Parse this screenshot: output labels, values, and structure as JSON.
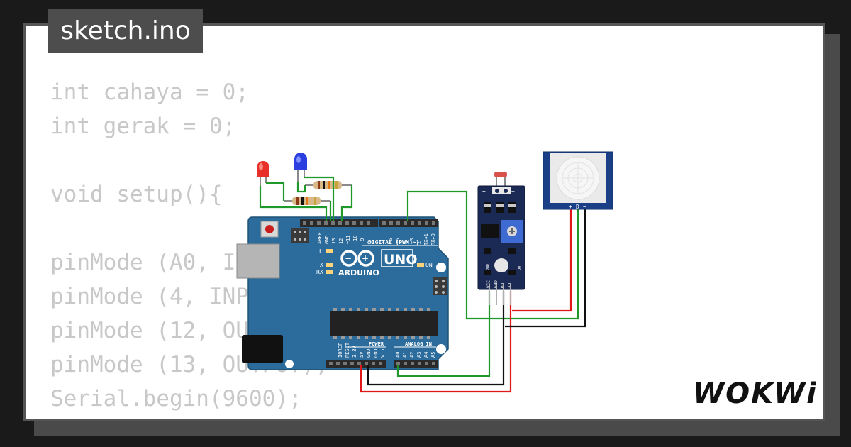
{
  "tab": {
    "filename": "sketch.ino"
  },
  "code_lines": [
    "int cahaya = 0;",
    "int gerak = 0;",
    "",
    "void setup(){",
    "",
    "pinMode (A0, INPUT);",
    "pinMode (4, INPUT);",
    "pinMode (12, OUTPUT);",
    "pinMode (13, OUTPUT);",
    "Serial.begin(9600);",
    "}"
  ],
  "board": {
    "uno_label": "UNO",
    "brand": "ARDUINO",
    "digital_label": "DIGITAL (PWM ~)",
    "power_label": "POWER",
    "analog_label": "ANALOG IN",
    "on_label": "ON",
    "led_l": "L",
    "led_tx": "TX",
    "led_rx": "RX",
    "top_pins": [
      "AREF",
      "GND",
      "13",
      "12",
      "~11",
      "~10",
      "~9",
      "8",
      "7",
      "~6",
      "~5",
      "4",
      "~3",
      "2",
      "TX→1",
      "RX←0"
    ],
    "bottom_power_pins": [
      "IOREF",
      "RESET",
      "3.3V",
      "5V",
      "GND",
      "GND",
      "Vin"
    ],
    "bottom_analog_pins": [
      "A0",
      "A1",
      "A2",
      "A3",
      "A4",
      "A5"
    ]
  },
  "ldr_module": {
    "pins": [
      "VCC",
      "GND",
      "DO",
      "AO"
    ],
    "led_labels": [
      "PWR",
      "DO"
    ]
  },
  "pir": {
    "pins": [
      "+",
      "D",
      "−"
    ]
  },
  "logo": "WOKWi",
  "colors": {
    "board": "#2c6c9c",
    "wire_green": "#1f9a2a",
    "wire_red": "#e01818",
    "wire_black": "#111111",
    "led_red": "#e8302a",
    "led_blue": "#2b3fe0",
    "code_text": "#c8c8c8",
    "tab_bg": "#4d4d4d"
  }
}
